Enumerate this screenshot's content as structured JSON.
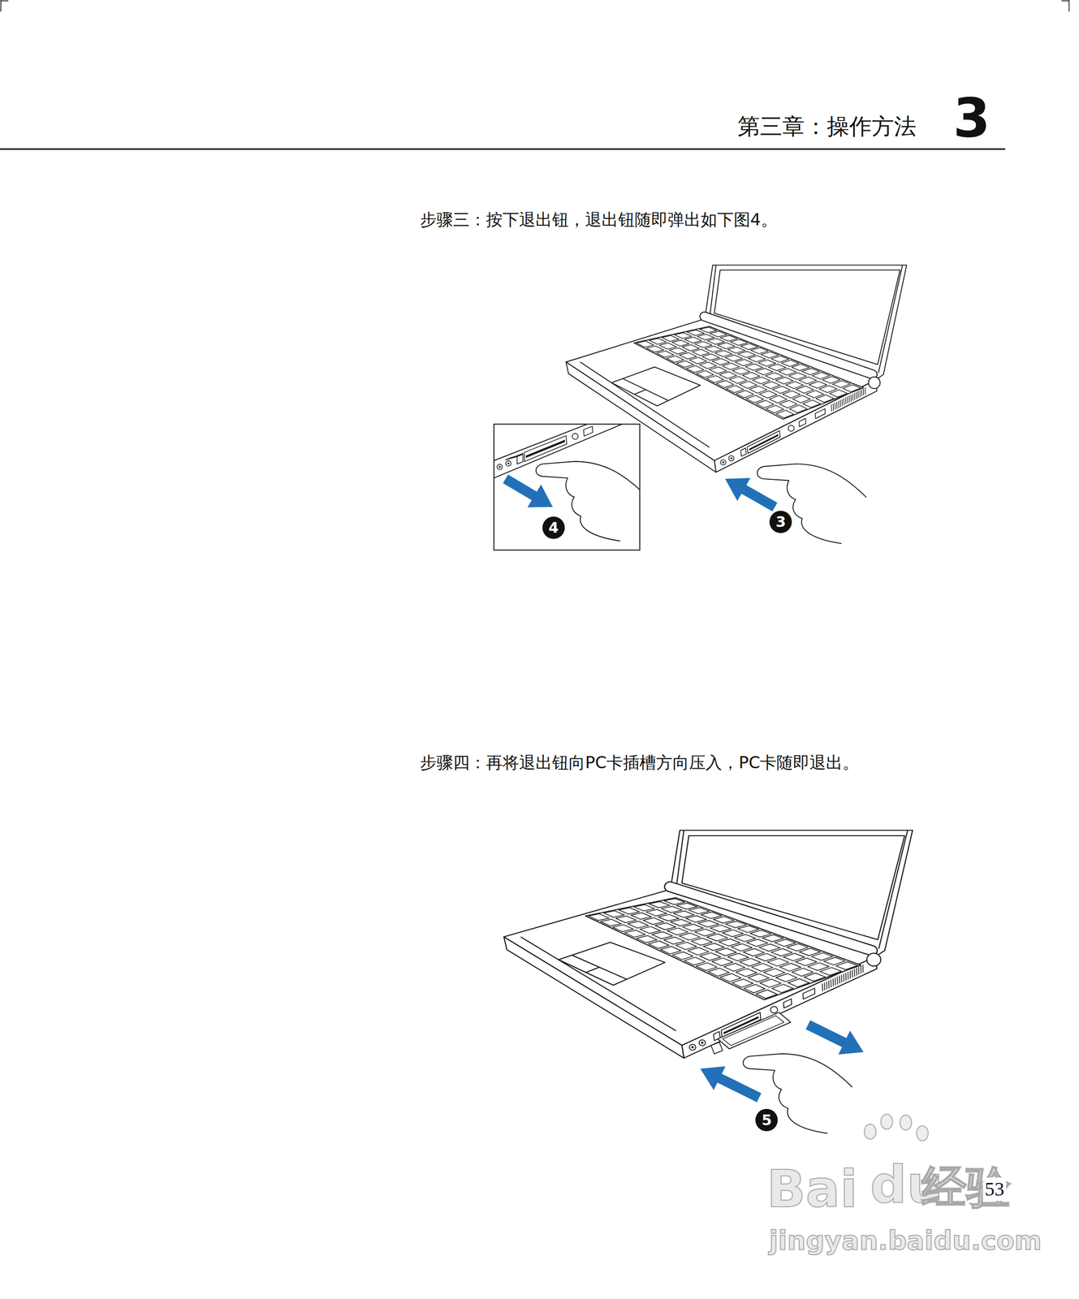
{
  "diagram": {
    "labels": [
      "第三章：操作方法",
      "3",
      "步骤三：按下退出钮，退出钮随即弹出如下图4。",
      "4",
      "3",
      "步骤四：再将退出钮向PC卡插槽方向压入，PC卡随即退出。",
      "5",
      "Bai",
      "du",
      "经验",
      "jingyan.baidu.com",
      "53"
    ]
  }
}
